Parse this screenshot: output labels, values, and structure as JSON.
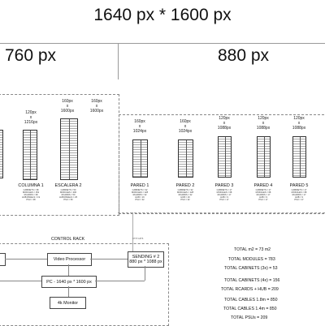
{
  "header": {
    "total_resolution": "1640 px * 1600 px",
    "left_width": "760 px",
    "right_width": "880 px"
  },
  "left_screens": [
    {
      "id": "col1",
      "size_lines": [
        "120px",
        "x",
        "1216px"
      ],
      "name": "COLUMNA 1",
      "specs": [
        "CABINETS = 38",
        "MODULES = 152",
        "RCARDS = 38",
        "HUB PANELS = 19",
        "PSU = 38"
      ]
    },
    {
      "id": "esc2",
      "size_lines": [
        "160px",
        "x",
        "1600px"
      ],
      "name": "ESCALERA 2",
      "specs": [
        "CABINETS = 50",
        "MODULES = 200",
        "RCARDS = 50",
        "HUB PANELS = 25",
        "PSU = 50"
      ]
    }
  ],
  "right_screens": [
    {
      "id": "p1",
      "size_lines": [
        "160px",
        "x",
        "1024px"
      ],
      "name": "PARED 1",
      "specs": [
        "CABINETS = 32",
        "MODULES = 128",
        "RCARDS = 32",
        "HUB = 16",
        "PSU = 32"
      ]
    },
    {
      "id": "p2",
      "size_lines": [
        "160px",
        "x",
        "1024px"
      ],
      "name": "PARED 2",
      "specs": [
        "CABINETS = 32",
        "MODULES = 128",
        "RCARDS = 32",
        "HUB = 16",
        "PSU = 32"
      ]
    },
    {
      "id": "p3",
      "size_lines": [
        "120px",
        "x",
        "1088px"
      ],
      "name": "PARED 3",
      "specs": [
        "CABINETS = 17",
        "MODULES = 68",
        "RCARDS = 17",
        "HUB = 9",
        "PSU = 17"
      ]
    },
    {
      "id": "p4",
      "size_lines": [
        "120px",
        "x",
        "1088px"
      ],
      "name": "PARED 4",
      "specs": [
        "CABINETS = 17",
        "MODULES = 68",
        "RCARDS = 17",
        "HUB = 9",
        "PSU = 17"
      ]
    },
    {
      "id": "p5",
      "size_lines": [
        "120px",
        "x",
        "1088px"
      ],
      "name": "PARED 5",
      "specs": [
        "CABINETS = 17",
        "MODULES = 68",
        "RCARDS = 17",
        "HUB = 9",
        "PSU = 17"
      ]
    }
  ],
  "control": {
    "rack_label": "CONTROL RACK",
    "video_processor": "Video Processor",
    "sending": [
      "SENDING # 2",
      "880 px * 1088 px"
    ],
    "pc": "PC - 1640 px * 1600 px",
    "monitor": "4k Monitor",
    "cable_tag": "UTP CAT6"
  },
  "totals": [
    "TOTAL m2 = 73 m2",
    "TOTAL MODULES = 783",
    "TOTAL CABINETS (3x) = 53",
    "TOTAL CABINETS (4x) = 156",
    "TOTAL RCARDS + HUB = 209",
    "TOTAL CABLES 1.8m = 850",
    "TOTAL CABLES 1.4m = 850",
    "TOTAL PSUs = 209"
  ]
}
